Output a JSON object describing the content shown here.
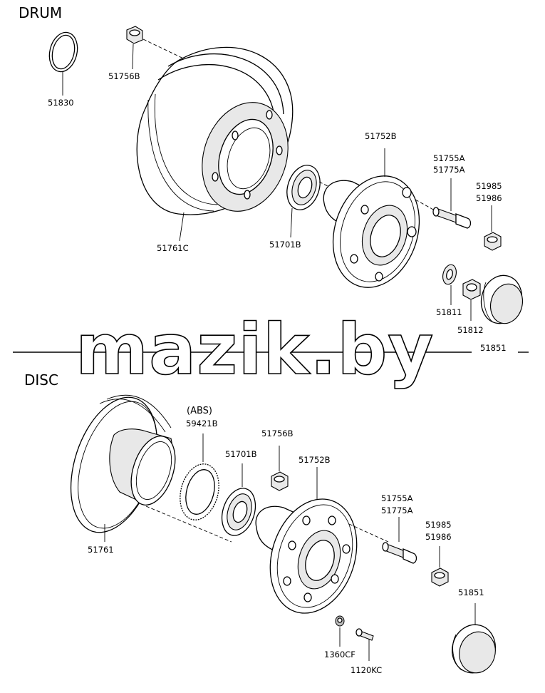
{
  "sections": {
    "drum_title": "DRUM",
    "disc_title": "DISC"
  },
  "watermark": "mazik.by",
  "drum_labels": {
    "p51830": "51830",
    "p51756b": "51756B",
    "p51761c": "51761C",
    "p51701b": "51701B",
    "p51752b": "51752B",
    "p51755a": "51755A",
    "p51775a": "51775A",
    "p51985": "51985",
    "p51986": "51986",
    "p51811": "51811",
    "p51812": "51812",
    "p51851": "51851"
  },
  "disc_labels": {
    "abs": "(ABS)",
    "p59421b": "59421B",
    "p51756b": "51756B",
    "p51701b": "51701B",
    "p51752b": "51752B",
    "p51761": "51761",
    "p51755a": "51755A",
    "p51775a": "51775A",
    "p51985": "51985",
    "p51986": "51986",
    "p51851": "51851",
    "p1360cf": "1360CF",
    "p1120kc": "1120KC"
  }
}
